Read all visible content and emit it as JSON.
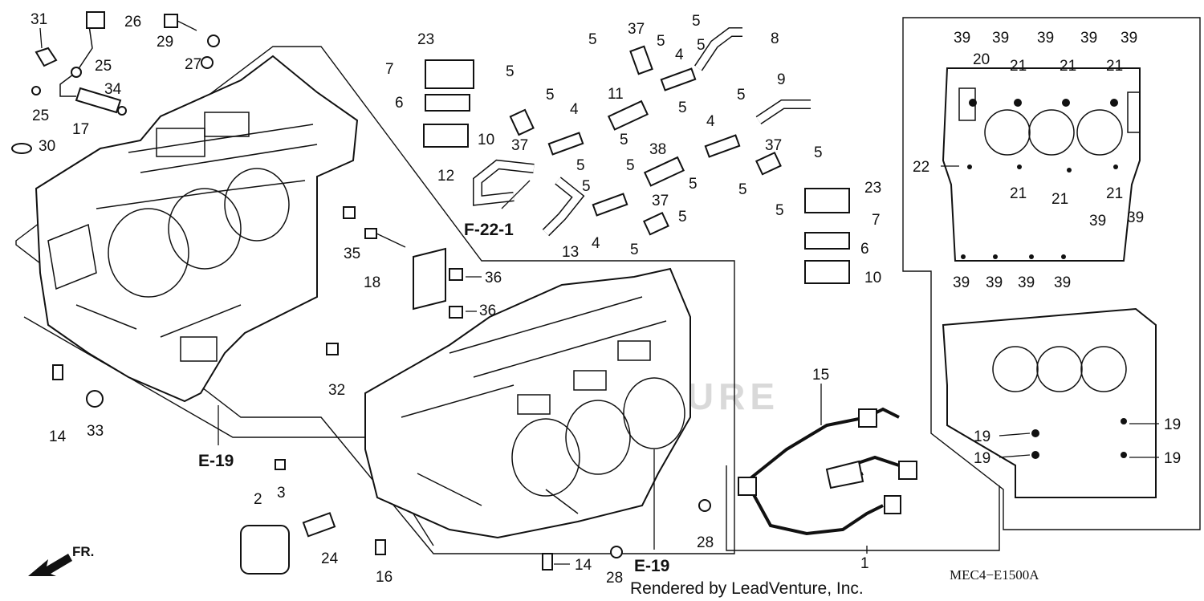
{
  "diagram": {
    "code": "MEC4−E1500A",
    "credit": "Rendered by LeadVenture, Inc.",
    "watermark": "LEADVENTURE",
    "front_marker": "FR.",
    "references": {
      "e19_left": "E-19",
      "e19_right": "E-19",
      "f22": "F-22-1"
    },
    "callouts": {
      "n31": "31",
      "n26": "26",
      "n29": "29",
      "n27": "27",
      "n25a": "25",
      "n25b": "25",
      "n34": "34",
      "n17": "17",
      "n30": "30",
      "n23a": "23",
      "n7a": "7",
      "n6a": "6",
      "n10a": "10",
      "n37a": "37",
      "n37b": "37",
      "n37c": "37",
      "n37d": "37",
      "n5a": "5",
      "n5b": "5",
      "n5c": "5",
      "n5d": "5",
      "n5e": "5",
      "n5f": "5",
      "n5g": "5",
      "n5h": "5",
      "n5i": "5",
      "n5j": "5",
      "n5k": "5",
      "n5l": "5",
      "n5m": "5",
      "n5n": "5",
      "n5o": "5",
      "n5p": "5",
      "n5q": "5",
      "n5r": "5",
      "n4a": "4",
      "n4b": "4",
      "n4c": "4",
      "n4d": "4",
      "n8": "8",
      "n9": "9",
      "n11": "11",
      "n12": "12",
      "n13": "13",
      "n38": "38",
      "n23b": "23",
      "n7b": "7",
      "n6b": "6",
      "n10b": "10",
      "n35": "35",
      "n18": "18",
      "n36a": "36",
      "n36b": "36",
      "n32": "32",
      "n14a": "14",
      "n33": "33",
      "n14b": "14",
      "n3": "3",
      "n2": "2",
      "n24": "24",
      "n16": "16",
      "n28a": "28",
      "n28b": "28",
      "n15": "15",
      "n1": "1",
      "n39a": "39",
      "n39b": "39",
      "n39c": "39",
      "n39d": "39",
      "n39e": "39",
      "n20": "20",
      "n21a": "21",
      "n21b": "21",
      "n21c": "21",
      "n22": "22",
      "n21d": "21",
      "n21e": "21",
      "n21f": "21",
      "n39f": "39",
      "n39g": "39",
      "n39h": "39",
      "n39i": "39",
      "n39j": "39",
      "n39k": "39",
      "n19a": "19",
      "n19b": "19",
      "n19c": "19",
      "n19d": "19"
    }
  }
}
